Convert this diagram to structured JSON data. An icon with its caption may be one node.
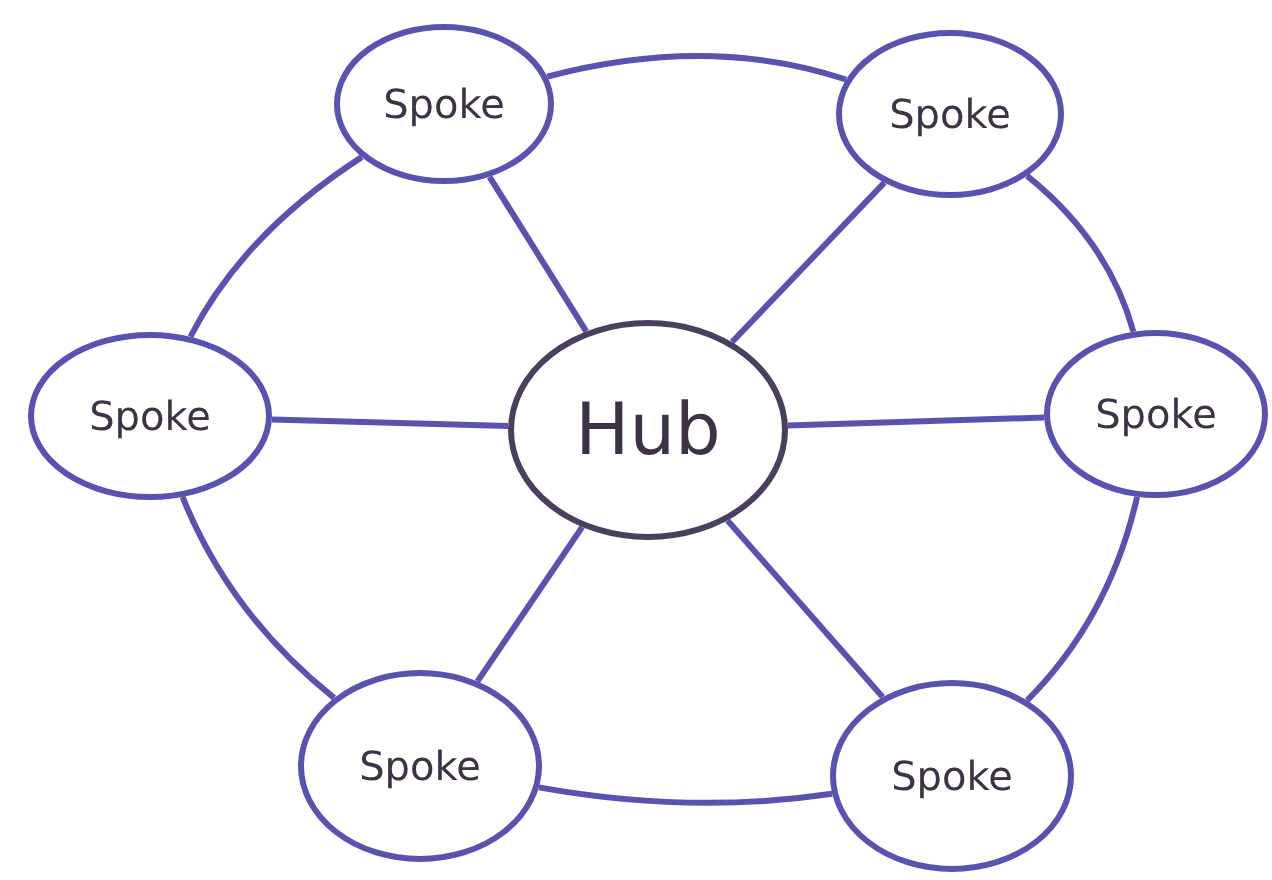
{
  "diagram": {
    "nodes": [
      {
        "text": [
          "Spoke"
        ]
      },
      {
        "text": [
          "Spoke"
        ]
      },
      {
        "text": [
          "Spoke"
        ]
      },
      {
        "text": [
          "Hub"
        ]
      },
      {
        "text": [
          "Spoke"
        ]
      },
      {
        "text": [
          "Spoke"
        ]
      },
      {
        "text": [
          "Spoke"
        ]
      }
    ],
    "edges": [
      {
        "from": 3,
        "to": 0,
        "arrow": "none"
      },
      {
        "from": 3,
        "to": 1,
        "arrow": "none"
      },
      {
        "from": 3,
        "to": 2,
        "arrow": "none"
      },
      {
        "from": 3,
        "to": 4,
        "arrow": "none"
      },
      {
        "from": 3,
        "to": 5,
        "arrow": "none"
      },
      {
        "from": 3,
        "to": 6,
        "arrow": "none"
      },
      {
        "from": 0,
        "to": 1,
        "arrow": "none"
      },
      {
        "from": 1,
        "to": 4,
        "arrow": "none"
      },
      {
        "from": 4,
        "to": 6,
        "arrow": "none"
      },
      {
        "from": 6,
        "to": 5,
        "arrow": "none"
      },
      {
        "from": 5,
        "to": 2,
        "arrow": "none"
      },
      {
        "from": 2,
        "to": 0,
        "arrow": "none"
      }
    ]
  }
}
